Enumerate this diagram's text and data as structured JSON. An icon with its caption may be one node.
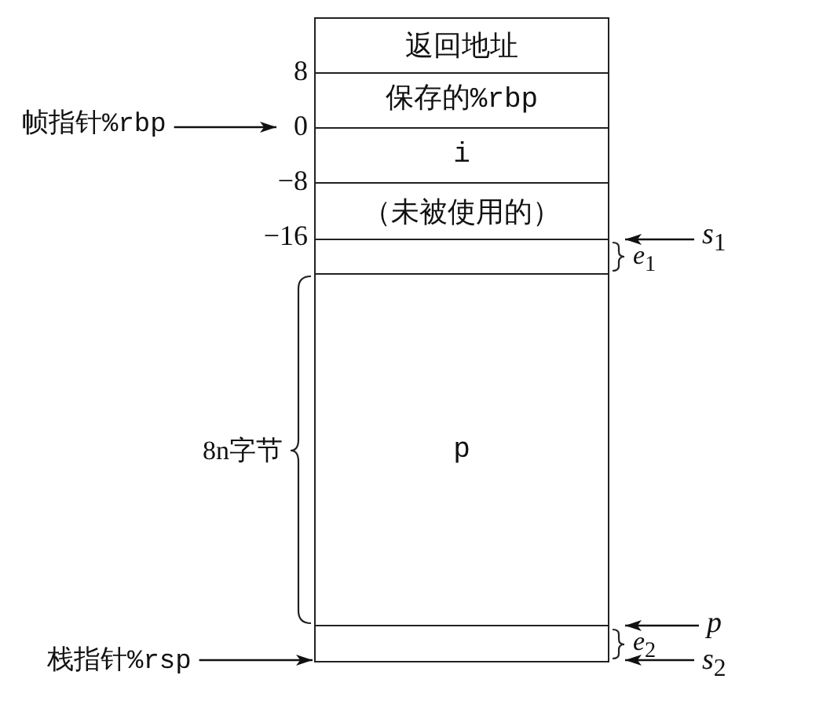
{
  "diagram": {
    "nodes": [
      {
        "text": [
          "返回地址"
        ]
      },
      {
        "text": [
          "保存的%rbp"
        ]
      },
      {
        "text": [
          "i"
        ]
      },
      {
        "text": [
          "（未被使用的）"
        ]
      },
      {
        "text": [],
        "shape": "box",
        "beside": [
          "*e*$_{1}$"
        ]
      },
      {
        "text": [
          "p"
        ],
        "beside": [
          "8n字节"
        ]
      },
      {
        "text": [],
        "shape": "box",
        "beside": [
          "*e*$_{2}$"
        ]
      },
      {
        "text": [
          "帧指针%rbp"
        ]
      },
      {
        "text": [
          "栈指针%rsp"
        ]
      },
      {
        "text": [
          "*s*$_{1}$"
        ]
      },
      {
        "text": [
          "p"
        ]
      },
      {
        "text": [
          "*s*$_{2}$"
        ]
      }
    ],
    "edges": [
      {
        "from": 7,
        "to": 1,
        "arrow": "to"
      },
      {
        "from": 8,
        "to": 6,
        "arrow": "to"
      },
      {
        "from": 9,
        "to": 4,
        "arrow": "to"
      },
      {
        "from": 10,
        "to": 6,
        "arrow": "to"
      },
      {
        "from": 11,
        "to": 6,
        "arrow": "to"
      }
    ],
    "labels": [
      "8",
      "0",
      "−8",
      "−16"
    ]
  }
}
